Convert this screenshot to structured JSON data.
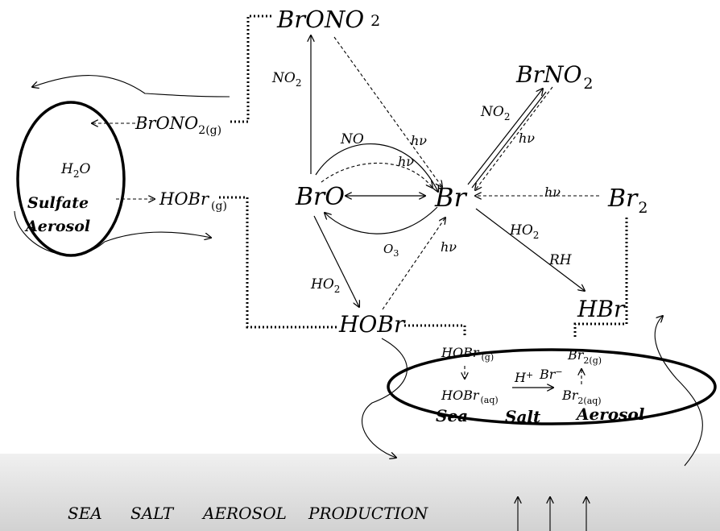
{
  "species": {
    "brono2": {
      "main": "BrONO",
      "sub": "2"
    },
    "brno2": {
      "main": "BrNO",
      "sub": "2"
    },
    "bro": "BrO",
    "br": "Br",
    "br2": {
      "main": "Br",
      "sub": "2"
    },
    "hobr": "HOBr",
    "hbr": "HBr"
  },
  "reactions": {
    "no2_left": {
      "main": "NO",
      "sub": "2"
    },
    "no": "NO",
    "hv": "hν",
    "no2_right": {
      "main": "NO",
      "sub": "2"
    },
    "o3": {
      "main": "O",
      "sub": "3"
    },
    "ho2_left": {
      "main": "HO",
      "sub": "2"
    },
    "ho2_right": {
      "main": "HO",
      "sub": "2"
    },
    "rh": "RH"
  },
  "sulfate_aerosol": {
    "brono2_g": {
      "main": "BrONO",
      "sub": "2(g)"
    },
    "h2o": {
      "main": "H",
      "sub": "2",
      "tail": "O"
    },
    "name_line1": "Sulfate",
    "name_line2": "Aerosol",
    "hobr_g": {
      "main": "HOBr",
      "sub": "(g)"
    }
  },
  "sea_salt_aerosol": {
    "hobr_g": {
      "main": "HOBr",
      "sub": "(g)"
    },
    "br2_g": {
      "main": "Br",
      "sub": "2(g)"
    },
    "hobr_aq": {
      "main": "HOBr",
      "sub": "(aq)"
    },
    "h_plus": {
      "main": "H",
      "sup": "+"
    },
    "br_minus": {
      "main": "Br",
      "sup": "−"
    },
    "br2_aq": {
      "main": "Br",
      "sub": "2(aq)"
    },
    "name": [
      "Sea",
      "Salt",
      "Aerosol"
    ]
  },
  "surface": {
    "words": [
      "SEA",
      "SALT",
      "AEROSOL",
      "PRODUCTION"
    ]
  }
}
